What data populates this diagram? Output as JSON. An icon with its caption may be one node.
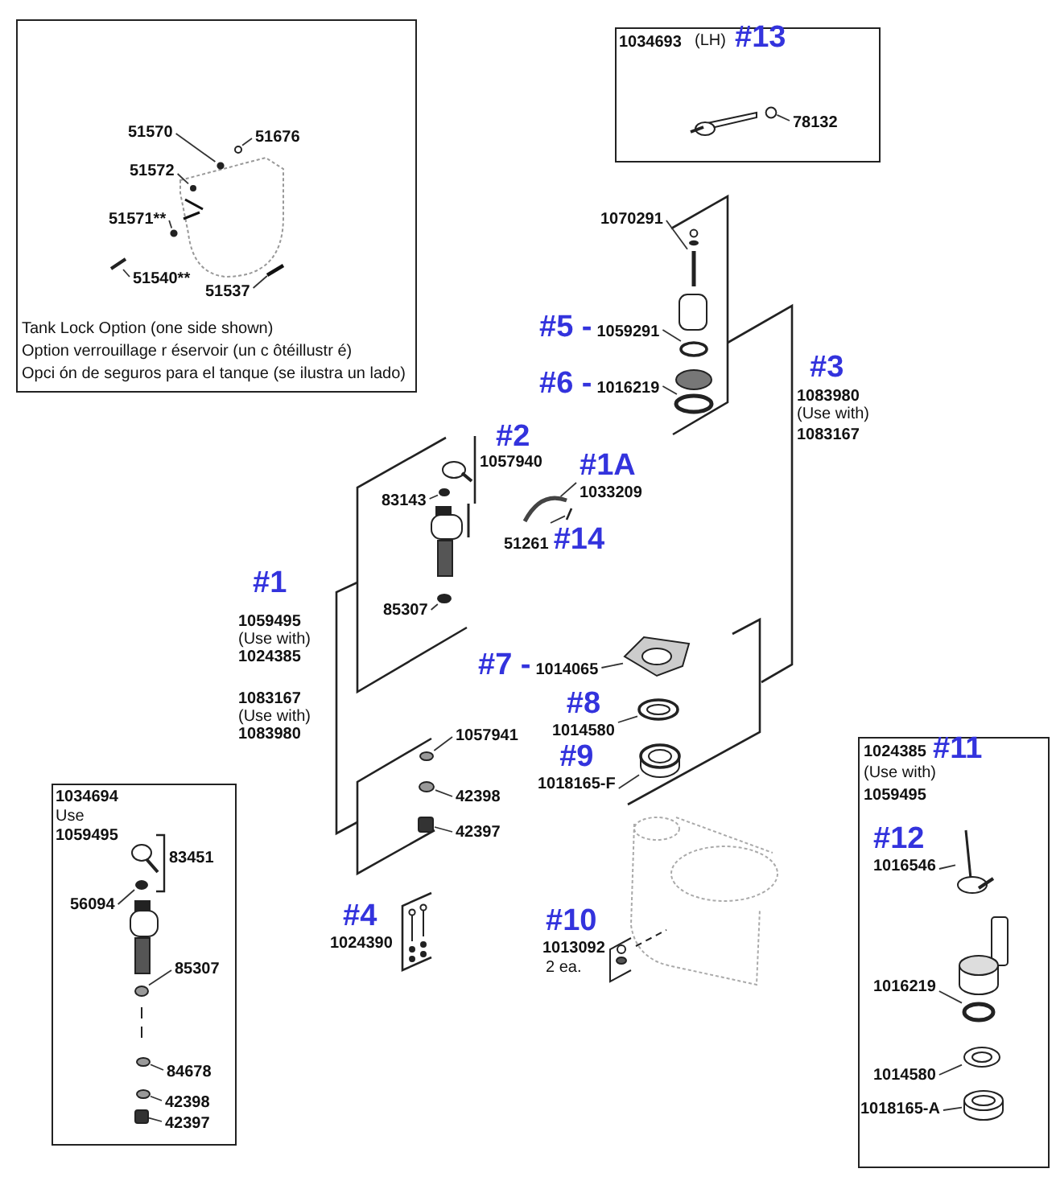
{
  "diagram": {
    "nodes": [
      {
        "text": [
          "Tank Lock Option (one side shown)",
          "Option verrouillage r éservoir (un c ôtéillustr é)",
          "Opci ón de seguros para el tanque (se ilustra un lado)"
        ]
      },
      {
        "text": [
          "51570"
        ],
        "in": 0
      },
      {
        "text": [
          "51676"
        ],
        "in": 0
      },
      {
        "text": [
          "51572"
        ],
        "in": 0
      },
      {
        "text": [
          "51571**"
        ],
        "in": 0
      },
      {
        "text": [
          "51540**"
        ],
        "in": 0
      },
      {
        "text": [
          "51537"
        ],
        "in": 0
      },
      {
        "text": [
          "1034693",
          "(LH)",
          "#13"
        ]
      },
      {
        "text": [
          "78132"
        ],
        "in": 7
      },
      {
        "text": [
          "1070291"
        ]
      },
      {
        "text": [
          "#5 -",
          "1059291"
        ]
      },
      {
        "text": [
          "#6 -",
          "1016219"
        ]
      },
      {
        "text": [
          "#1A",
          "1033209"
        ]
      },
      {
        "text": [
          "83143"
        ]
      },
      {
        "text": [
          "51261",
          "#14"
        ]
      },
      {
        "text": [
          "85307"
        ]
      },
      {
        "text": [
          "#7 -",
          "1014065"
        ]
      },
      {
        "text": [
          "#8",
          "1014580"
        ]
      },
      {
        "text": [
          "1057941"
        ]
      },
      {
        "text": [
          "#9",
          "1018165-F"
        ]
      },
      {
        "text": [
          "42398"
        ]
      },
      {
        "text": [
          "42397"
        ]
      },
      {
        "text": [
          "1034694",
          "Use",
          "1059495"
        ]
      },
      {
        "text": [
          "56094"
        ],
        "in": 22
      },
      {
        "text": [
          "85307"
        ],
        "in": 22
      },
      {
        "text": [
          "84678"
        ],
        "in": 22
      },
      {
        "text": [
          "42398"
        ],
        "in": 22
      },
      {
        "text": [
          "42397"
        ],
        "in": 22
      },
      {
        "text": [
          "1024385",
          "#11",
          "(Use with)",
          "1059495"
        ]
      },
      {
        "text": [
          "#12",
          "1016546"
        ],
        "in": 28
      },
      {
        "text": [
          "1016219"
        ],
        "in": 28
      },
      {
        "text": [
          "1014580"
        ],
        "in": 28
      },
      {
        "text": [
          "1018165-A"
        ],
        "in": 28
      },
      {
        "text": [],
        "shape": "circle",
        "in": 0
      },
      {
        "text": [],
        "shape": "circle",
        "in": 0
      },
      {
        "text": [],
        "shape": "circle",
        "in": 0
      },
      {
        "text": [],
        "shape": "circle",
        "in": 0
      },
      {
        "text": [],
        "shape": "picture",
        "in": 0
      },
      {
        "text": [],
        "shape": "picture",
        "in": 0
      },
      {
        "text": [],
        "shape": "circle",
        "in": 7
      },
      {
        "text": [],
        "shape": "picture"
      },
      {
        "text": [],
        "shape": "circle"
      },
      {
        "text": [],
        "shape": "circle"
      },
      {
        "text": [],
        "shape": "picture"
      },
      {
        "text": [],
        "shape": "circle"
      },
      {
        "text": [],
        "shape": "picture"
      },
      {
        "text": [],
        "shape": "circle"
      },
      {
        "text": [],
        "shape": "picture"
      },
      {
        "text": [],
        "shape": "picture"
      },
      {
        "text": [],
        "shape": "circle"
      },
      {
        "text": [],
        "shape": "picture"
      },
      {
        "text": [],
        "shape": "circle"
      },
      {
        "text": [],
        "shape": "box"
      },
      {
        "text": [],
        "shape": "circle",
        "in": 22
      },
      {
        "text": [],
        "shape": "circle",
        "in": 22
      },
      {
        "text": [],
        "shape": "circle",
        "in": 22
      },
      {
        "text": [],
        "shape": "circle",
        "in": 22
      },
      {
        "text": [],
        "shape": "box",
        "in": 22
      },
      {
        "text": [],
        "shape": "picture",
        "in": 28
      },
      {
        "text": [],
        "shape": "circle",
        "in": 28
      },
      {
        "text": [],
        "shape": "picture",
        "in": 28
      },
      {
        "text": [],
        "shape": "picture",
        "in": 28
      }
    ],
    "edges": [
      {
        "from": 1,
        "to": 33,
        "arrow": "none"
      },
      {
        "from": 2,
        "to": 34,
        "arrow": "none"
      },
      {
        "from": 3,
        "to": 35,
        "arrow": "none"
      },
      {
        "from": 4,
        "to": 36,
        "arrow": "none"
      },
      {
        "from": 5,
        "to": 37,
        "arrow": "none"
      },
      {
        "from": 6,
        "to": 38,
        "arrow": "none"
      },
      {
        "from": 8,
        "to": 39,
        "arrow": "none"
      },
      {
        "from": 9,
        "to": 40,
        "arrow": "none"
      },
      {
        "from": 10,
        "to": 41,
        "arrow": "none"
      },
      {
        "from": 11,
        "to": 42,
        "arrow": "none"
      },
      {
        "from": 12,
        "to": 43,
        "arrow": "none"
      },
      {
        "from": 13,
        "to": 44,
        "arrow": "none"
      },
      {
        "from": 14,
        "to": 45,
        "arrow": "none"
      },
      {
        "from": 15,
        "to": 46,
        "arrow": "none"
      },
      {
        "from": 16,
        "to": 47,
        "arrow": "none"
      },
      {
        "from": 17,
        "to": 48,
        "arrow": "none"
      },
      {
        "from": 18,
        "to": 49,
        "arrow": "none"
      },
      {
        "from": 19,
        "to": 50,
        "arrow": "none"
      },
      {
        "from": 20,
        "to": 51,
        "arrow": "none"
      },
      {
        "from": 21,
        "to": 52,
        "arrow": "none"
      },
      {
        "from": 23,
        "to": 53,
        "arrow": "none"
      },
      {
        "from": 24,
        "to": 54,
        "arrow": "none"
      },
      {
        "from": 25,
        "to": 55,
        "arrow": "none"
      },
      {
        "from": 26,
        "to": 56,
        "arrow": "none"
      },
      {
        "from": 27,
        "to": 57,
        "arrow": "none"
      },
      {
        "from": 29,
        "to": 58,
        "arrow": "none"
      },
      {
        "from": 30,
        "to": 59,
        "arrow": "none"
      },
      {
        "from": 31,
        "to": 60,
        "arrow": "none"
      },
      {
        "from": 32,
        "to": 61,
        "arrow": "none"
      }
    ],
    "labels": [
      "#2",
      "1057940",
      "#3",
      "1083980",
      "(Use with)",
      "1083167",
      "#1",
      "1059495",
      "(Use with)",
      "1024385",
      "1083167",
      "(Use with)",
      "1083980",
      "83451",
      "#4",
      "1024390",
      "#10",
      "1013092",
      "2 ea."
    ]
  }
}
